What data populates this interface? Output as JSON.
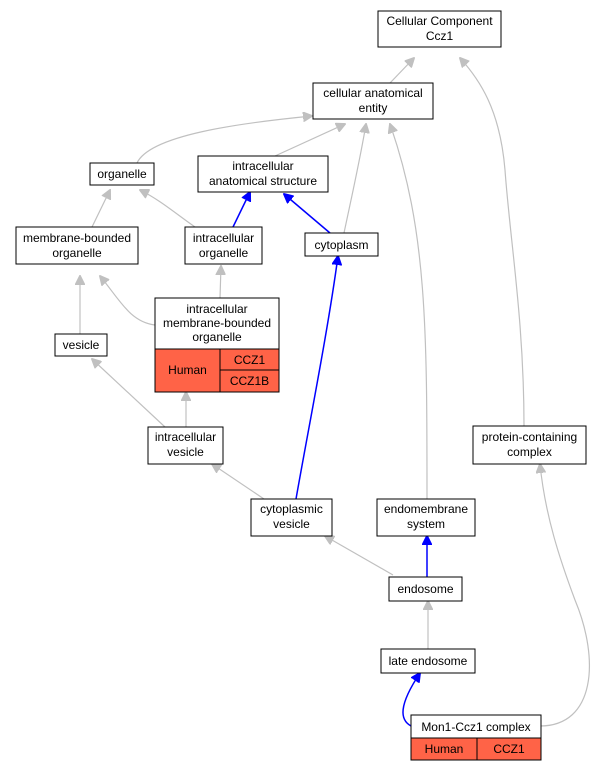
{
  "nodes": {
    "cellular_component": [
      "Cellular Component",
      "Ccz1"
    ],
    "cellular_anatomical_entity": [
      "cellular anatomical",
      "entity"
    ],
    "organelle": [
      "organelle"
    ],
    "intracellular_anatomical_structure": [
      "intracellular",
      "anatomical structure"
    ],
    "membrane_bounded_organelle": [
      "membrane-bounded",
      "organelle"
    ],
    "intracellular_organelle": [
      "intracellular",
      "organelle"
    ],
    "cytoplasm": [
      "cytoplasm"
    ],
    "intracellular_membrane_bounded_organelle": [
      "intracellular",
      "membrane-bounded",
      "organelle"
    ],
    "vesicle": [
      "vesicle"
    ],
    "intracellular_vesicle": [
      "intracellular",
      "vesicle"
    ],
    "protein_containing_complex": [
      "protein-containing",
      "complex"
    ],
    "cytoplasmic_vesicle": [
      "cytoplasmic",
      "vesicle"
    ],
    "endomembrane_system": [
      "endomembrane",
      "system"
    ],
    "endosome": [
      "endosome"
    ],
    "late_endosome": [
      "late endosome"
    ],
    "mon1_ccz1_complex": [
      "Mon1-Ccz1 complex"
    ]
  },
  "annotations": {
    "imbo_species": "Human",
    "imbo_genes": [
      "CCZ1",
      "CCZ1B"
    ],
    "mon1_species": "Human",
    "mon1_gene": "CCZ1"
  },
  "colors": {
    "highlight": "#ff6347",
    "edge_grey": "#c0c0c0",
    "edge_blue": "#0000ff"
  }
}
